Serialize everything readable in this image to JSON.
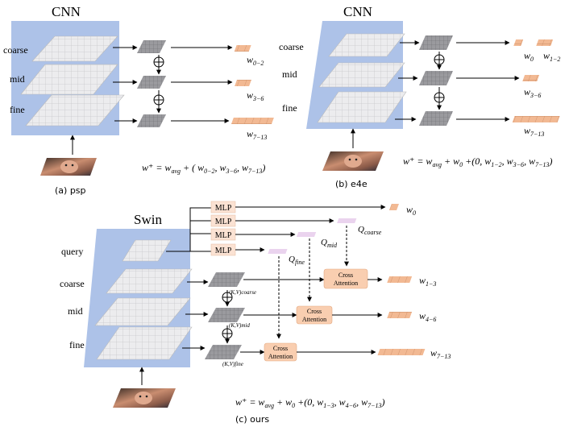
{
  "panel_a": {
    "title": "CNN",
    "levels": [
      "coarse",
      "mid",
      "fine"
    ],
    "outputs": [
      "w",
      "0−2",
      "w",
      "3−6",
      "w",
      "7−13"
    ],
    "formula": {
      "lhs": "w⁺ = w",
      "avg": "avg",
      "mid": " + ( w",
      "s1": "0−2",
      "c1": ", w",
      "s2": "3−6",
      "c2": ", w",
      "s3": "7−13",
      "end": ")"
    },
    "caption": "(a) psp"
  },
  "panel_b": {
    "title": "CNN",
    "levels": [
      "coarse",
      "mid",
      "fine"
    ],
    "outputs": [
      "w",
      "0",
      "w",
      "1−2",
      "w",
      "3−6",
      "w",
      "7−13"
    ],
    "formula": {
      "lhs": "w⁺ = w",
      "avg": "avg",
      "mid": " + w",
      "s0": "0",
      "open": " +(0, w",
      "s1": "1−2",
      "c1": ", w",
      "s2": "3−6",
      "c2": ", w",
      "s3": "7−13",
      "end": ")"
    },
    "caption": "(b) e4e"
  },
  "panel_c": {
    "title": "Swin",
    "levels": [
      "query",
      "coarse",
      "mid",
      "fine"
    ],
    "mlp_label": "MLP",
    "queries": [
      "Q",
      "coarse",
      "Q",
      "mid",
      "Q",
      "fine"
    ],
    "kv_labels": [
      "(K,V)coarse",
      "(K,V)mid",
      "(K,V)fine"
    ],
    "cross_attention": [
      "Cross",
      "Attention"
    ],
    "outputs": [
      "w",
      "0",
      "w",
      "1−3",
      "w",
      "4−6",
      "w",
      "7−13"
    ],
    "formula": {
      "lhs": "w⁺ = w",
      "avg": "avg",
      "mid": " + w",
      "s0": "0",
      "open": " +(0, w",
      "s1": "1−3",
      "c1": ", w",
      "s2": "4−6",
      "c2": ", w",
      "s3": "7−13",
      "end": ")"
    },
    "caption": "(c) ours"
  },
  "colors": {
    "backbone": "#adc2e8",
    "feature_map": "#e9e9ec",
    "feature_map_dark": "#8e8e92",
    "latent": "#f2b993",
    "latent_edge": "#c98a63",
    "mlp_fill": "#fbe2d3",
    "cross_fill": "#f9ceb0",
    "query_fill": "#ead3ee",
    "arrow": "#000000"
  }
}
